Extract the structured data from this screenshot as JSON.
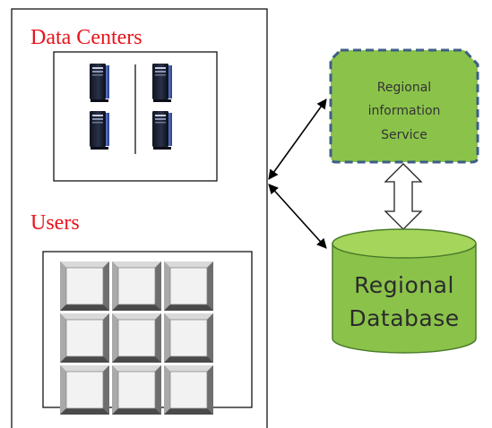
{
  "labels": {
    "data_centers": "Data Centers",
    "users": "Users"
  },
  "regional_information_service": {
    "lines": [
      "Regional",
      "information",
      "Service"
    ]
  },
  "regional_database": {
    "lines": [
      "Regional",
      "Database"
    ]
  },
  "colors": {
    "label_red": "#e8141b",
    "node_green": "#8bc34a",
    "node_green_light": "#a5d65b",
    "dashed_border": "#3e5f86",
    "db_outline": "#4a7a2a",
    "key_face": "#f2f2f2",
    "key_bevel": "#6a6a6a"
  },
  "icons": {
    "server": "server-tower-icon",
    "keypad": "keyboard-key-icon"
  },
  "counts": {
    "servers": 4,
    "keypad_keys": 9
  }
}
